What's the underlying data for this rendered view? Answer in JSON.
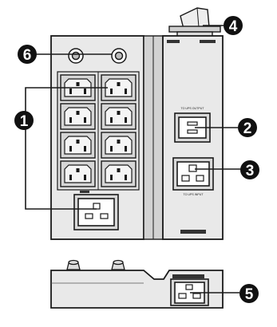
{
  "callouts": [
    {
      "id": "callout-1",
      "number": "1"
    },
    {
      "id": "callout-2",
      "number": "2"
    },
    {
      "id": "callout-3",
      "number": "3"
    },
    {
      "id": "callout-4",
      "number": "4"
    },
    {
      "id": "callout-5",
      "number": "5"
    },
    {
      "id": "callout-6",
      "number": "6"
    }
  ],
  "labels": {
    "breaker_caption": "",
    "output_bank_caption": "",
    "left_bottom_caption": "",
    "top_left_label": "",
    "top_right_label": "",
    "ups_output_label": "TO UPS OUTPUT",
    "ups_input_label": "TO UPS INPUT",
    "right_panel_plate": "",
    "base_plate": ""
  },
  "colors": {
    "ink": "#1a1a1a",
    "panel": "#e9e9e9",
    "panel_dark": "#d2d2d2",
    "outlet": "#f5f5f5"
  }
}
